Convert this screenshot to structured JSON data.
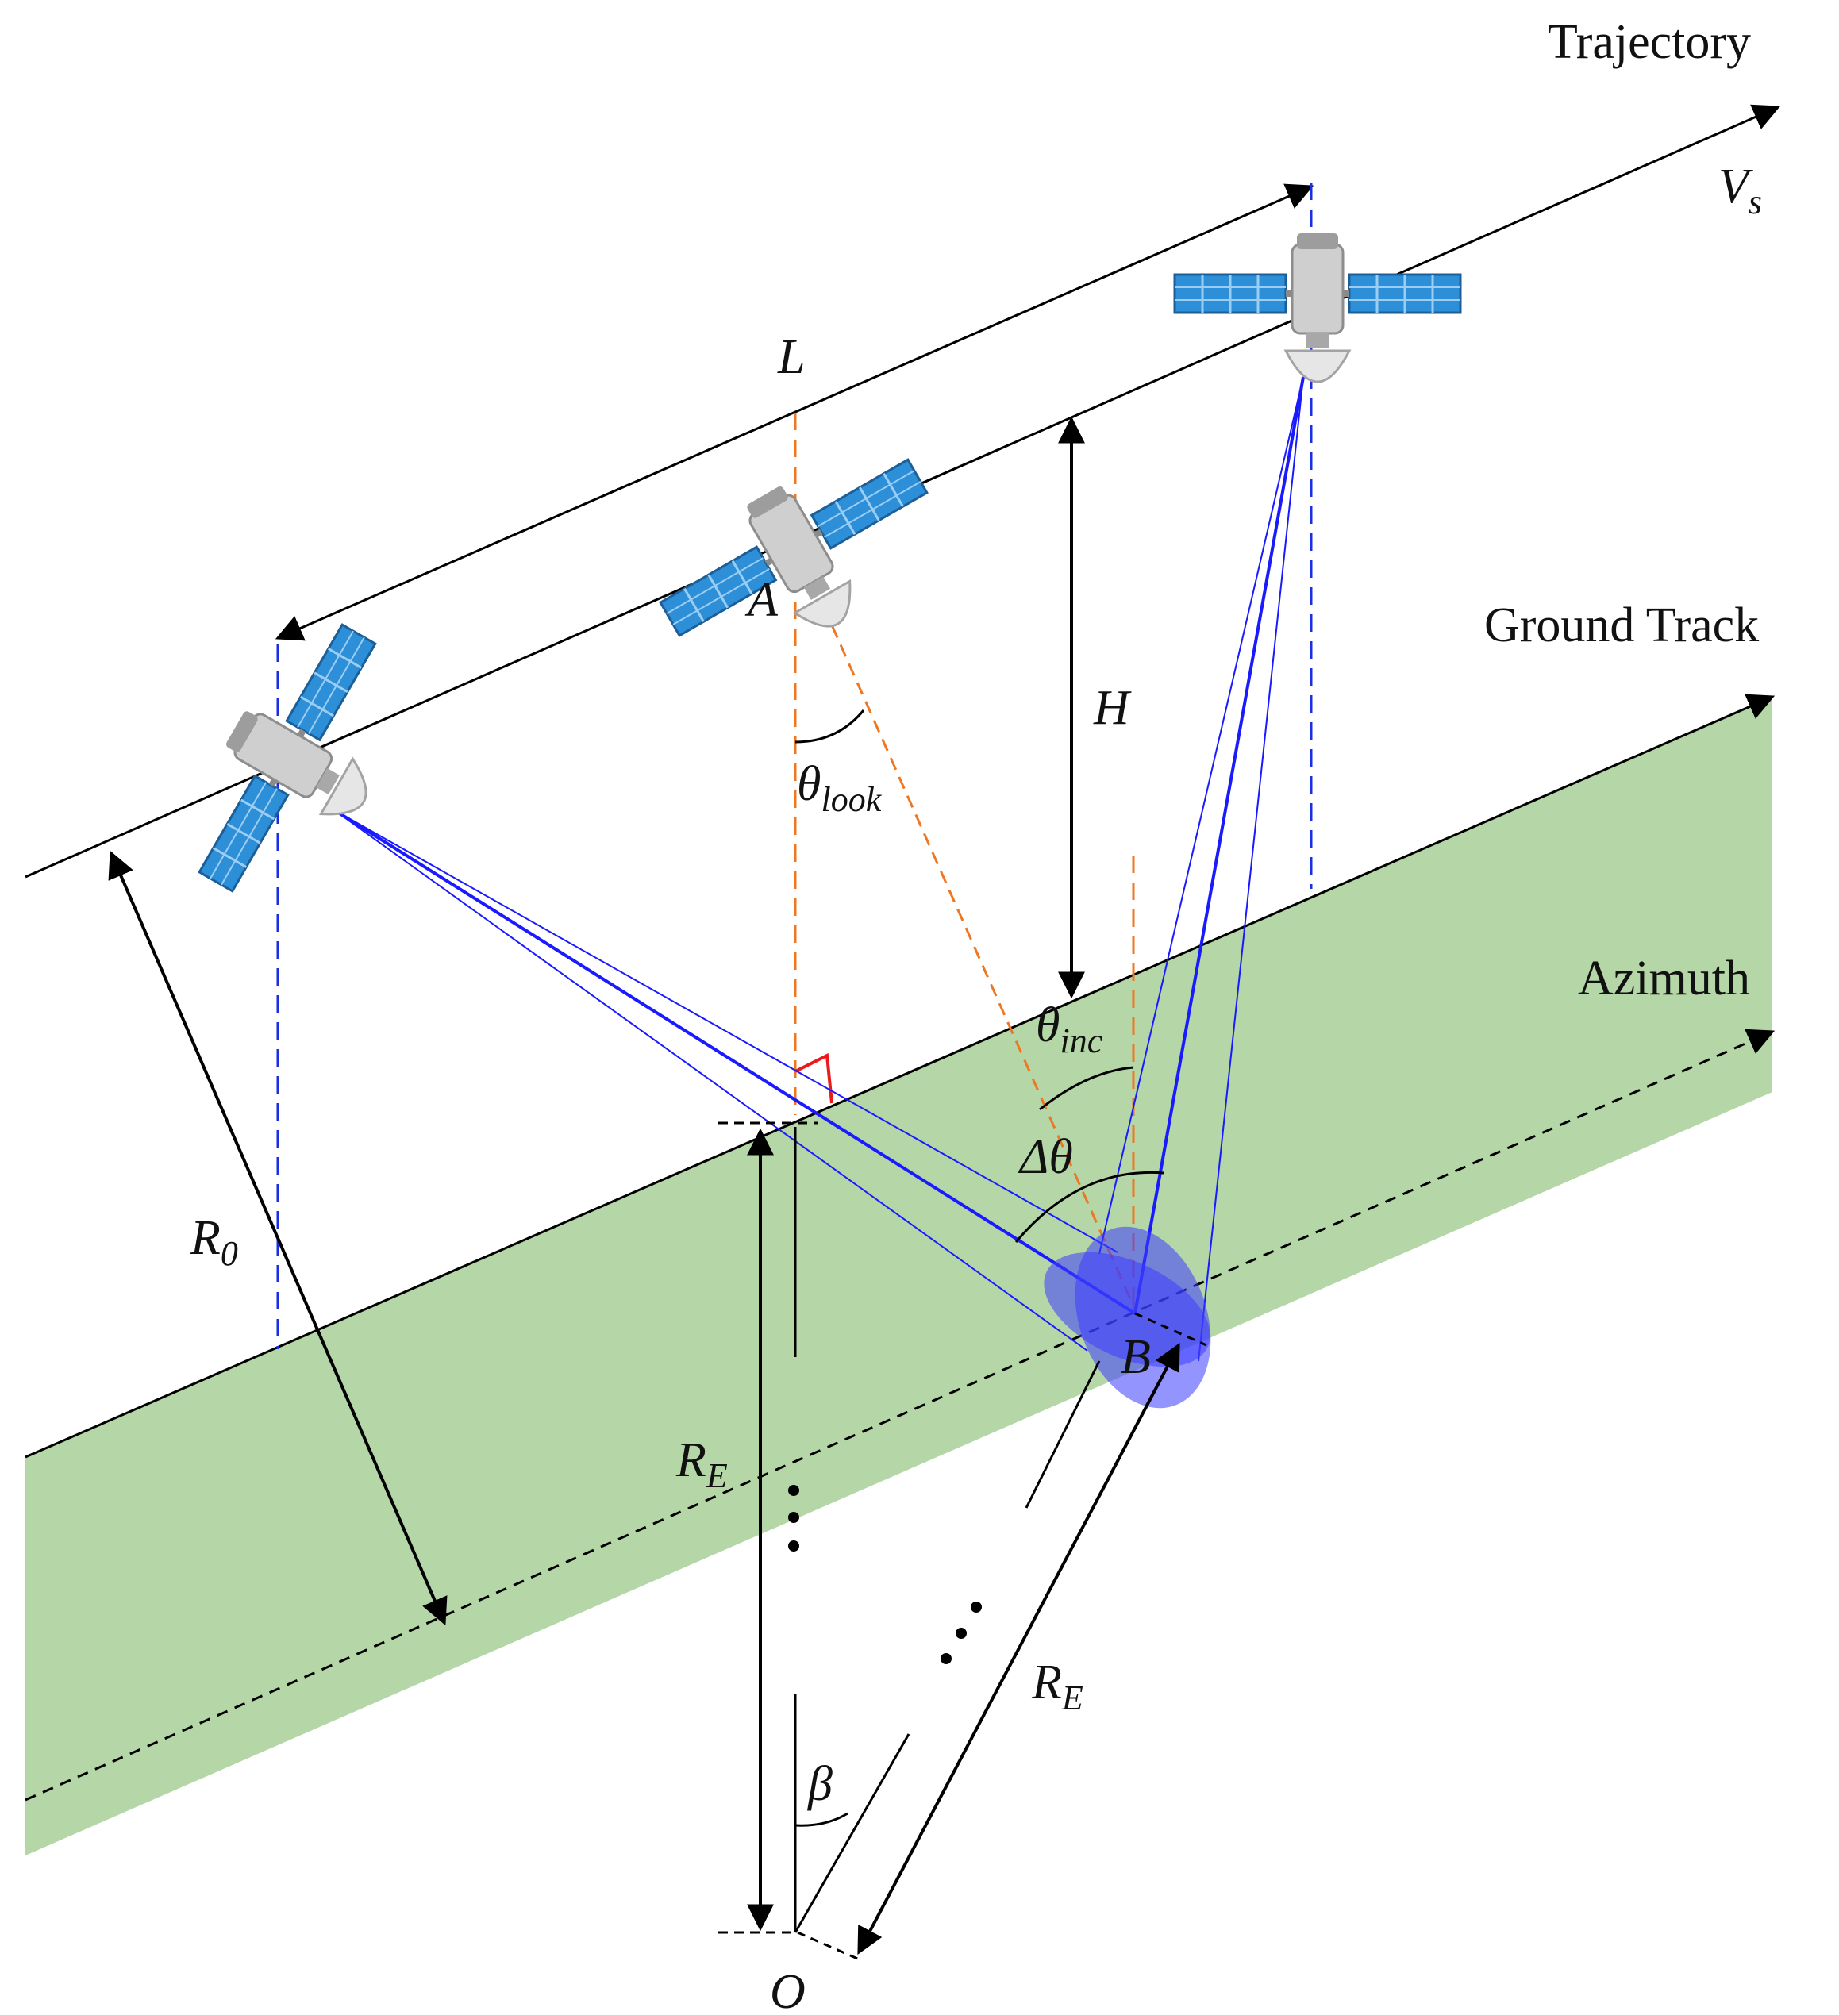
{
  "labels": {
    "trajectory": "Trajectory",
    "ground_track": "Ground Track",
    "azimuth": "Azimuth",
    "vs_main": "V",
    "vs_sub": "s",
    "L": "L",
    "H": "H",
    "A": "A",
    "B": "B",
    "O": "O",
    "theta_look_main": "θ",
    "theta_look_sub": "look",
    "theta_inc_main": "θ",
    "theta_inc_sub": "inc",
    "delta_theta": "Δθ",
    "R0_main": "R",
    "R0_sub": "0",
    "RE_main": "R",
    "RE_sub": "E",
    "RE2_main": "R",
    "RE2_sub": "E",
    "beta": "β"
  },
  "colors": {
    "ground": "#b5d6a7",
    "beam": "#1a1aff",
    "footprint": "#3c3cff",
    "look_line": "#ee7722",
    "vertical_dashed": "#1a2ee6",
    "right_angle": "#e81c1c",
    "panel": "#2d8fd8",
    "body": "#c7c7c7"
  }
}
